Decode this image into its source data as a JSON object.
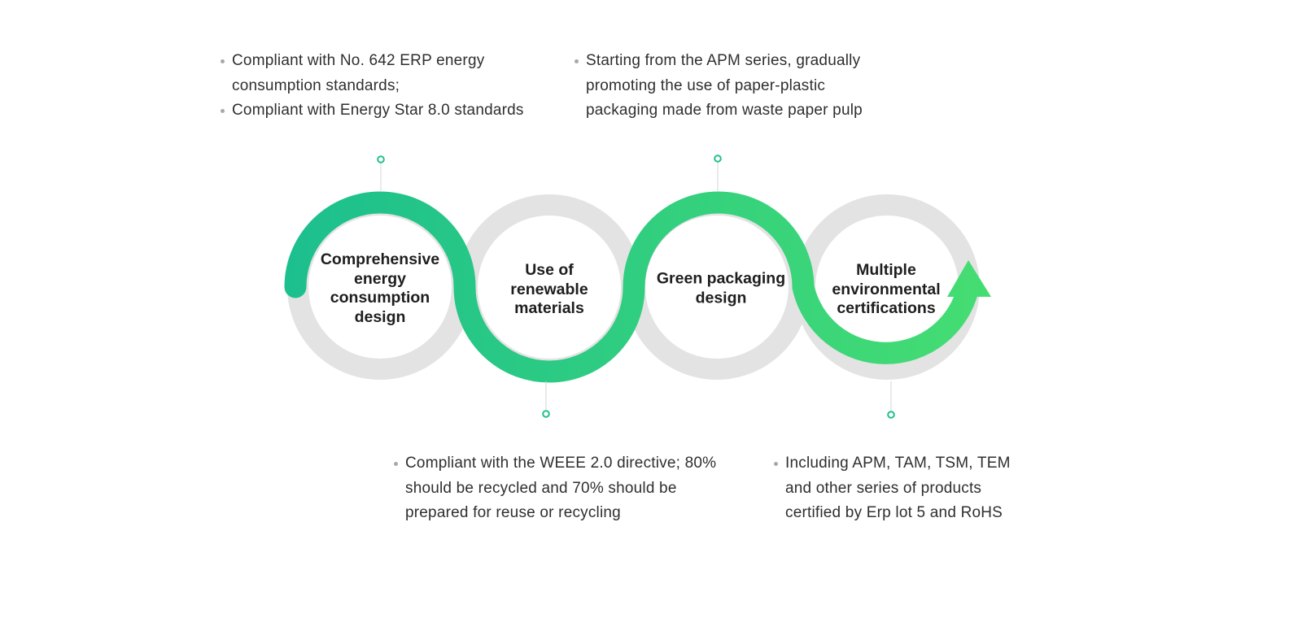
{
  "colors": {
    "gradient_start": "#1cbf8e",
    "gradient_end": "#45dd72",
    "ring_gray": "#e3e3e3",
    "marker": "#1fc08c",
    "connector": "#d6d6d6",
    "bullet": "#a8a8a8"
  },
  "steps": [
    {
      "label": "Comprehensive energy consumption design",
      "notes": [
        "Compliant with No. 642 ERP energy consumption standards;",
        "Compliant with Energy Star 8.0 standards"
      ]
    },
    {
      "label": "Use of renewable materials",
      "notes": [
        "Compliant with the WEEE 2.0 directive; 80% should be recycled and 70% should be prepared for reuse or recycling"
      ]
    },
    {
      "label": "Green packaging design",
      "notes": [
        "Starting from the APM series, gradually promoting the use of paper-plastic packaging made from waste paper pulp"
      ]
    },
    {
      "label": "Multiple environmental certifications",
      "notes": [
        "Including APM, TAM, TSM, TEM and other series of products certified by Erp lot 5 and RoHS"
      ]
    }
  ]
}
